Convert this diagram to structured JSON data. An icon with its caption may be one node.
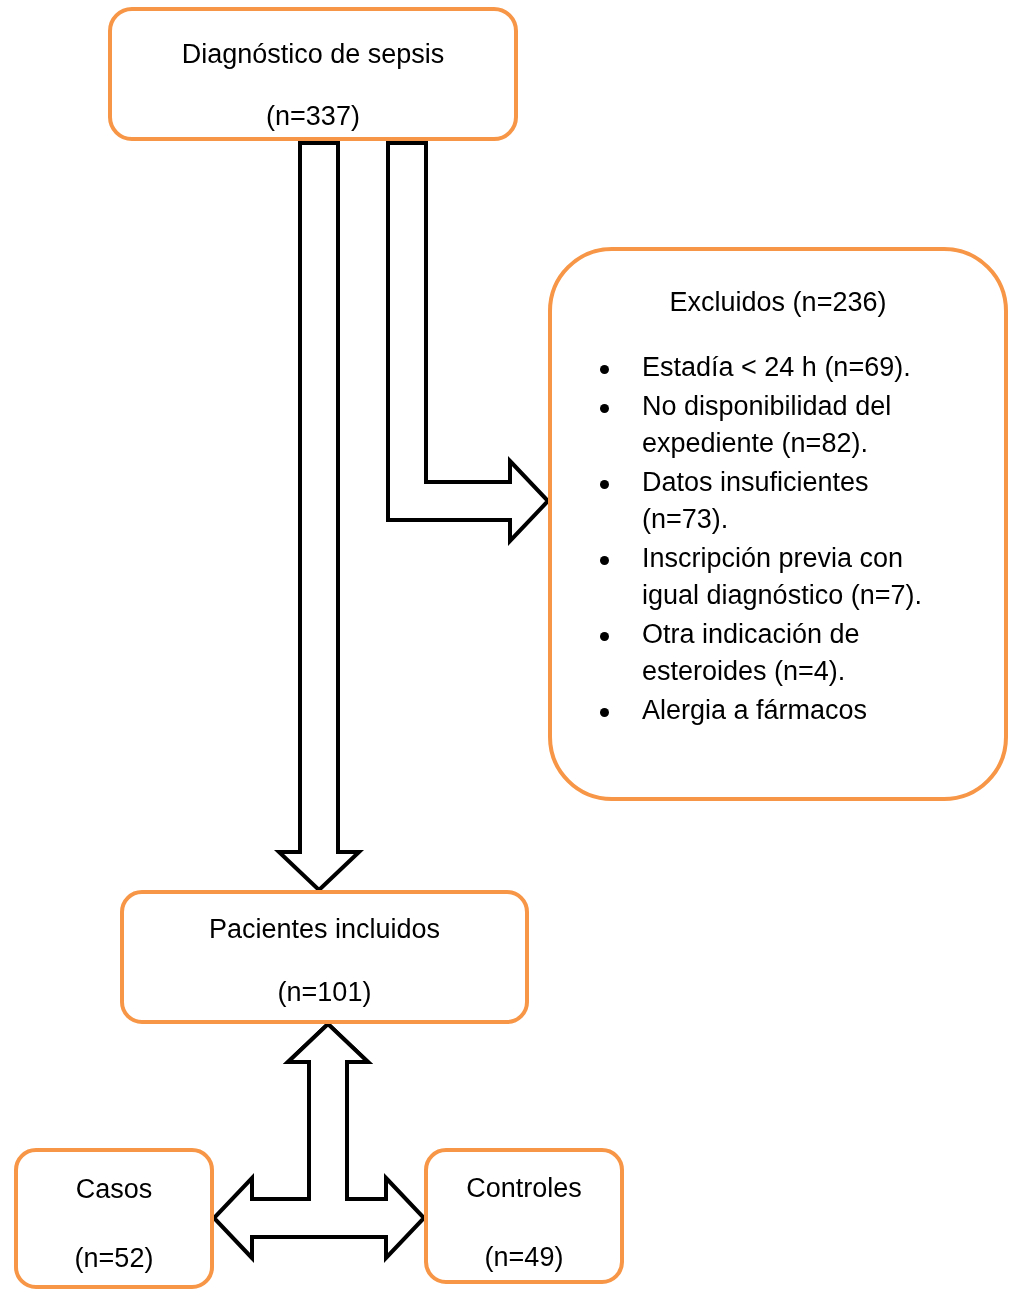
{
  "diagram": {
    "nodes": [
      {
        "text": [
          "Diagnóstico de sepsis",
          "(n=337)"
        ]
      },
      {
        "text": [
          "Excluidos (n=236)",
          "Estadía < 24 h (n=69).",
          "No disponibilidad del expediente (n=82).",
          "Datos insuficientes (n=73).",
          "Inscripción previa con igual diagnóstico (n=7).",
          "Otra indicación de esteroides (n=4).",
          "Alergia a fármacos"
        ]
      },
      {
        "text": [
          "Pacientes incluidos",
          "(n=101)"
        ]
      },
      {
        "text": [
          "Casos",
          "(n=52)"
        ]
      },
      {
        "text": [
          "Controles",
          "(n=49)"
        ]
      }
    ],
    "edges": [
      {
        "from": 0,
        "to": 2,
        "arrow": "to"
      },
      {
        "from": 0,
        "to": 1,
        "arrow": "to"
      },
      {
        "from": 2,
        "to": 3,
        "arrow": "both"
      },
      {
        "from": 2,
        "to": 4,
        "arrow": "both"
      }
    ]
  }
}
